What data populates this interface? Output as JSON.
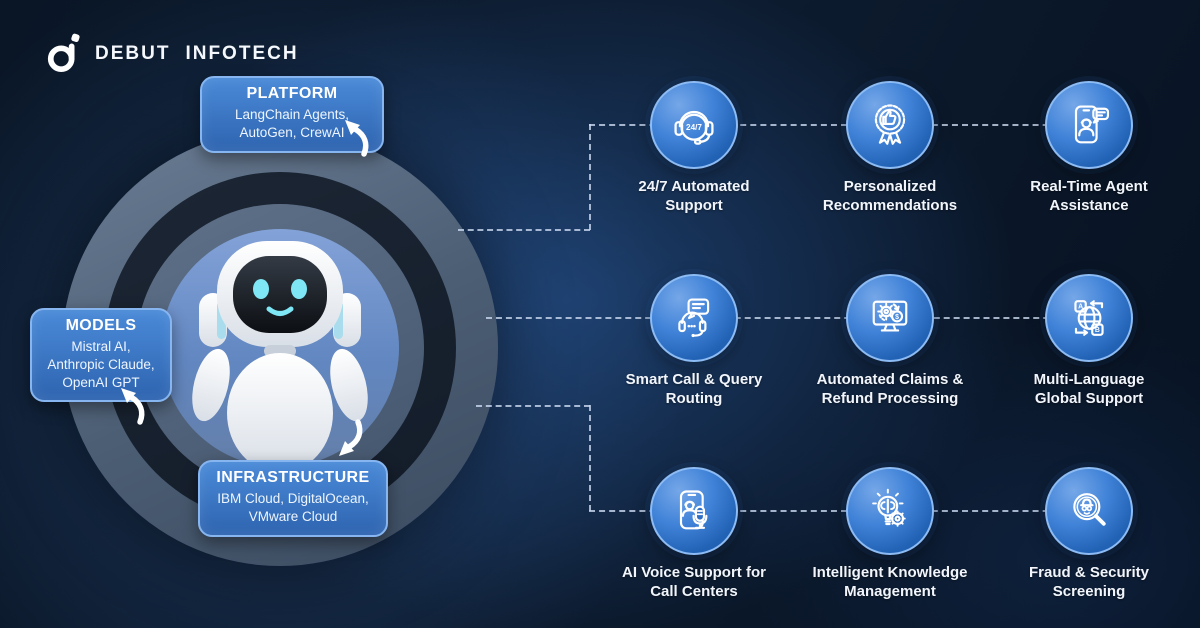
{
  "brand": {
    "name_primary": "DEBUT",
    "name_secondary": "INFOTECH"
  },
  "callouts": [
    {
      "id": "platform",
      "title": "PLATFORM",
      "lines": [
        "LangChain Agents,",
        "AutoGen, CrewAI"
      ]
    },
    {
      "id": "models",
      "title": "MODELS",
      "lines": [
        "Mistral AI,",
        "Anthropic Claude,",
        "OpenAI GPT"
      ]
    },
    {
      "id": "infrastructure",
      "title": "INFRASTRUCTURE",
      "lines": [
        "IBM Cloud, DigitalOcean,",
        "VMware Cloud"
      ]
    }
  ],
  "features": [
    {
      "icon": "headset-24-7-icon",
      "label_lines": [
        "24/7 Automated",
        "Support"
      ]
    },
    {
      "icon": "badge-thumbs-up-icon",
      "label_lines": [
        "Personalized",
        "Recommendations"
      ]
    },
    {
      "icon": "phone-agent-chat-icon",
      "label_lines": [
        "Real-Time Agent",
        "Assistance"
      ]
    },
    {
      "icon": "headset-query-icon",
      "label_lines": [
        "Smart Call & Query",
        "Routing"
      ]
    },
    {
      "icon": "monitor-claims-icon",
      "label_lines": [
        "Automated Claims &",
        "Refund Processing"
      ]
    },
    {
      "icon": "globe-translate-icon",
      "label_lines": [
        "Multi-Language",
        "Global Support"
      ]
    },
    {
      "icon": "phone-voice-mic-icon",
      "label_lines": [
        "AI Voice Support for",
        "Call Centers"
      ]
    },
    {
      "icon": "bulb-gear-icon",
      "label_lines": [
        "Intelligent Knowledge",
        "Management"
      ]
    },
    {
      "icon": "magnifier-fraud-icon",
      "label_lines": [
        "Fraud & Security",
        "Screening"
      ]
    }
  ],
  "icon_texts": {
    "badge_247": "24/7",
    "dollar": "$",
    "lang_a": "A",
    "lang_b": "B"
  },
  "colors": {
    "background_navy": "#0a1626",
    "ring_slate": "#55677e",
    "ring_dark": "#161f2c",
    "hub_blue": "#6d8fc9",
    "icon_fill_blue": "#2f6fc4",
    "icon_ring_blue": "#8dbbf3",
    "callout_blue": "#3a76c4",
    "robot_eye_cyan": "#7ee6f4",
    "text_white": "#f2f6fc"
  }
}
